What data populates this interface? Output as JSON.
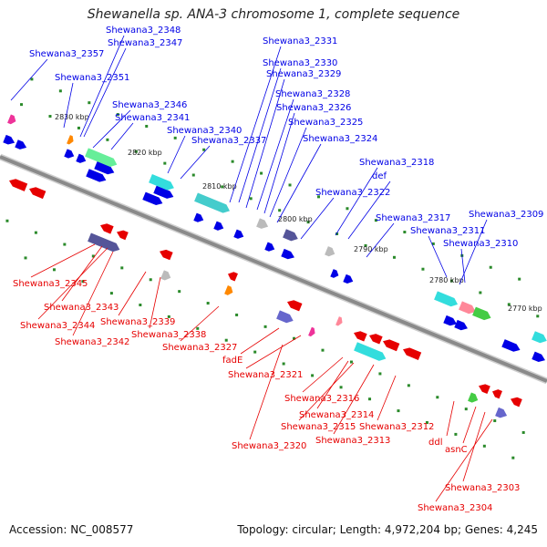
{
  "title": "Shewanella sp. ANA-3 chromosome 1, complete sequence",
  "footer": {
    "accession": "Accession: NC_008577",
    "summary": "Topology: circular; Length: 4,972,204 bp; Genes: 4,245"
  },
  "colors": {
    "forward_strand": "#0000e6",
    "reverse_strand": "#e60000",
    "backbone": "#8a8a8a",
    "tick": "#2a8a2a"
  },
  "kbp_markers": [
    "2830 kbp",
    "2820 kbp",
    "2810 kbp",
    "2800 kbp",
    "2790 kbp",
    "2780 kbp",
    "2770 kbp"
  ],
  "top_labels": [
    "Shewana3_2357",
    "Shewana3_2348",
    "Shewana3_2347",
    "Shewana3_2351",
    "Shewana3_2346",
    "Shewana3_2341",
    "Shewana3_2340",
    "Shewana3_2337",
    "Shewana3_2331",
    "Shewana3_2330",
    "Shewana3_2329",
    "Shewana3_2328",
    "Shewana3_2326",
    "Shewana3_2325",
    "Shewana3_2324",
    "Shewana3_2318",
    "def",
    "Shewana3_2322",
    "Shewana3_2317",
    "Shewana3_2309",
    "Shewana3_2311",
    "Shewana3_2310"
  ],
  "bottom_labels": [
    "Shewana3_2345",
    "Shewana3_2343",
    "Shewana3_2344",
    "Shewana3_2342",
    "Shewana3_2339",
    "Shewana3_2338",
    "Shewana3_2327",
    "fadE",
    "Shewana3_2321",
    "Shewana3_2316",
    "Shewana3_2314",
    "Shewana3_2315",
    "Shewana3_2312",
    "Shewana3_2313",
    "Shewana3_2320",
    "ddl",
    "asnC",
    "Shewana3_2303",
    "Shewana3_2304"
  ]
}
